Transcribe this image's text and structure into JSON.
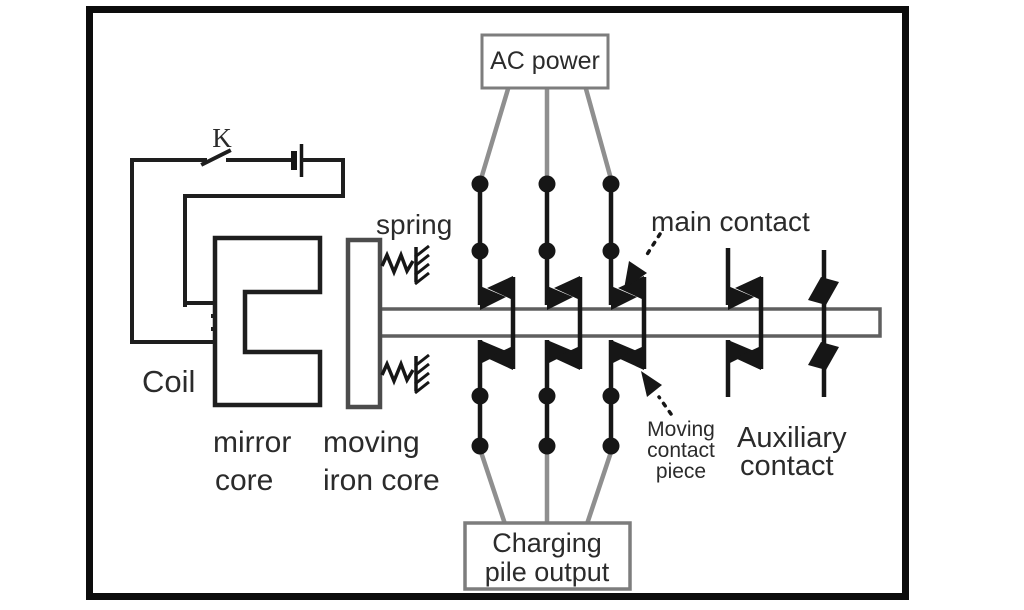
{
  "diagram_type": "contactor-electromagnetic-schematic",
  "colors": {
    "ink": "#161616",
    "wire": "#1e1e1e",
    "gray-line": "#8f8f8f",
    "box-border": "#7d7d7d",
    "bar-border": "#5f5f5f",
    "core-border": "#4c4c4c",
    "frame": "#0c0c0c",
    "text": "#2b2b2b",
    "bg": "#ffffff"
  },
  "labels": {
    "ac_power": "AC power",
    "switch_k": "K",
    "spring": "spring",
    "coil": "Coil",
    "mirror_core": [
      "mirror",
      "core"
    ],
    "moving_iron_core": [
      "moving",
      "iron core"
    ],
    "main_contact": "main contact",
    "moving_contact_piece": [
      "Moving",
      "contact",
      "piece"
    ],
    "auxiliary_contact": [
      "Auxiliary",
      "contact"
    ],
    "charging_pile_output": [
      "Charging",
      "pile output"
    ]
  }
}
